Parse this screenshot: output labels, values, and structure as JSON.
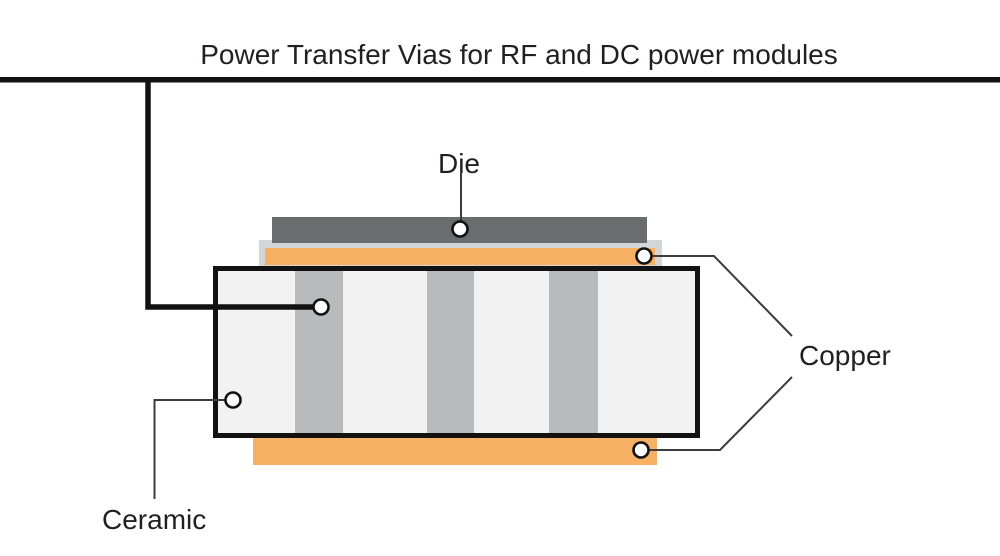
{
  "title": "Power Transfer Vias for RF and DC power modules",
  "diagram": {
    "labels": {
      "die": "Die",
      "copper": "Copper",
      "ceramic": "Ceramic"
    },
    "colors": {
      "line": "#121212",
      "leader": "#3c3c3c",
      "text": "#231f20",
      "copper": "#f6b164",
      "die_gray": "#6b6c6e",
      "carrier_gray": "#d4d5d7",
      "ceramic_fill": "#f2f2f2",
      "via_gray": "#b8babc",
      "dot_fill": "#ffffff"
    }
  }
}
